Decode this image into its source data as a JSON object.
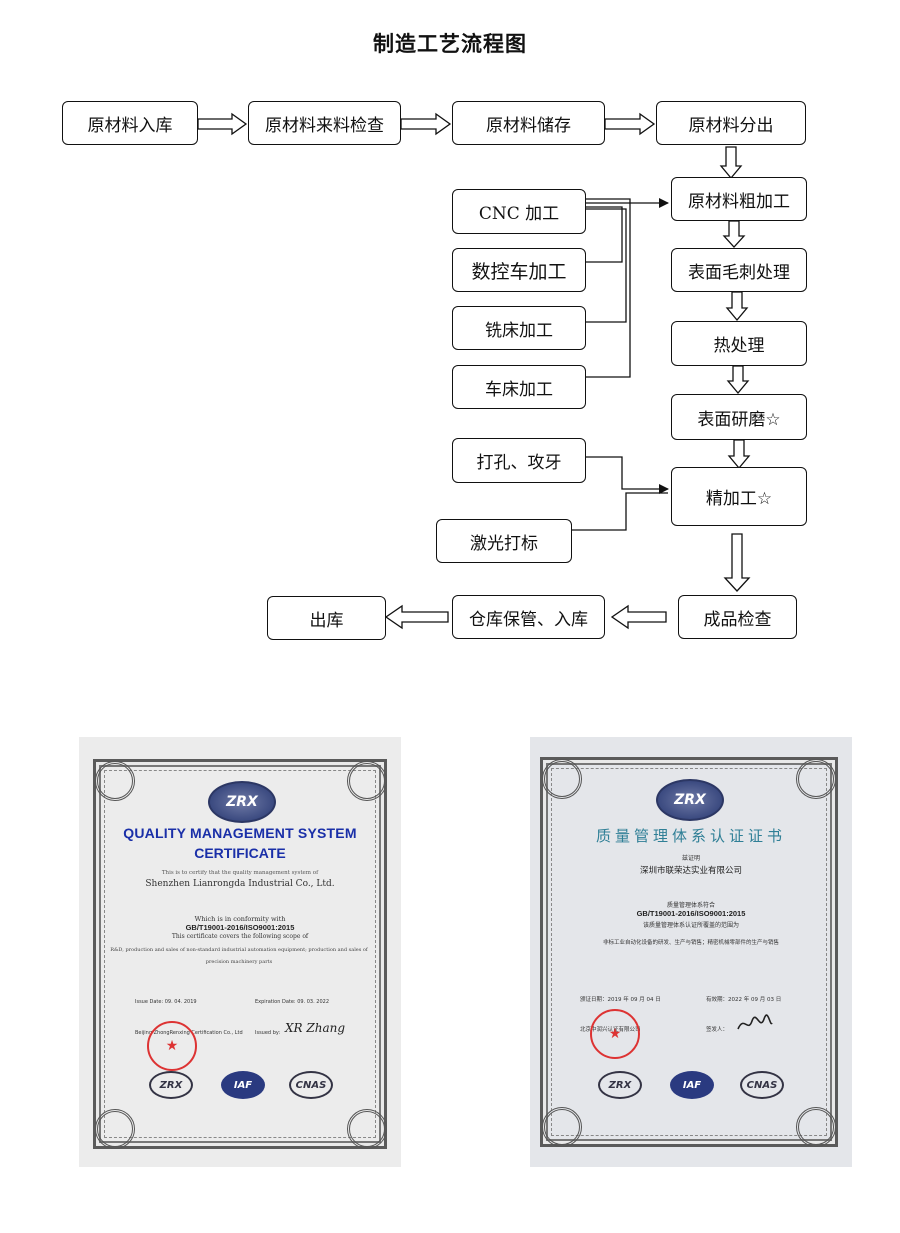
{
  "title": "制造工艺流程图",
  "steps": {
    "s1": "原材料入库",
    "s2": "原材料来料检查",
    "s3": "原材料储存",
    "s4": "原材料分出",
    "s5": "原材料粗加工",
    "s6": "表面毛刺处理",
    "s7": "热处理",
    "s8": "表面研磨☆",
    "s9": "精加工☆",
    "s10": "成品检查",
    "s11": "仓库保管、入库",
    "s12": "出库"
  },
  "processes": {
    "p1": "CNC 加工",
    "p2": "数控车加工",
    "p3": "铣床加工",
    "p4": "车床加工",
    "p5": "打孔、攻牙",
    "p6": "激光打标"
  },
  "cert_en": {
    "logo": "ZRX",
    "heading1": "QUALITY MANAGEMENT SYSTEM",
    "heading2": "CERTIFICATE",
    "intro": "This is to certify that the quality management system of",
    "company": "Shenzhen Lianrongda Industrial Co., Ltd.",
    "conformity": "Which is in conformity with",
    "standard": "GB/T19001-2016/ISO9001:2015",
    "scope_intro": "This certificate covers the following scope of",
    "scope": "R&D, production and sales of non-standard industrial automation equipment; production and sales of precision machinery parts",
    "issue_date": "Issue Date: 09. 04. 2019",
    "expiry_date": "Expiration Date: 09. 03. 2022",
    "issuer": "Beijing ZhongRenxing Certification Co., Ltd",
    "issued_by": "Issued by:",
    "signature": "XR Zhang",
    "logos": [
      "ZRX",
      "IAF",
      "CNAS"
    ]
  },
  "cert_cn": {
    "logo": "ZRX",
    "heading": "质量管理体系认证证书",
    "proof": "兹证明",
    "company": "深圳市联荣达实业有限公司",
    "conformity": "质量管理体系符合",
    "standard": "GB/T19001-2016/ISO9001:2015",
    "scope_intro": "该质量管理体系认证所覆盖的范围为",
    "scope": "非标工业自动化设备的研发、生产与销售；精密机械零部件的生产与销售",
    "issue_date": "颁证日期：2019 年 09 月 04 日",
    "expiry_date": "有效期：2022 年 09 月 03 日",
    "issuer": "北京中润兴认证有限公司",
    "issued_by": "签发人：",
    "logos": [
      "ZRX",
      "IAF",
      "CNAS"
    ]
  }
}
